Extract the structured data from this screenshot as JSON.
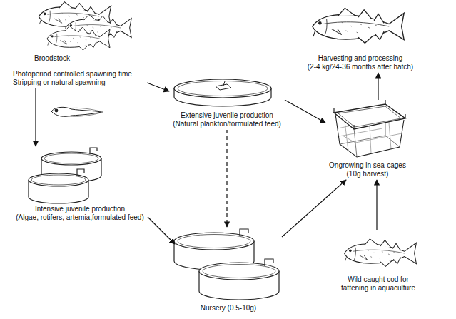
{
  "diagram": {
    "nodes": [
      {
        "text": [
          "Broodstock",
          "Photoperiod controlled spawning time Stripping or natural spawning"
        ]
      },
      {
        "text": [
          "Extensive juvenile production",
          "(Natural plankton/formulated feed)"
        ]
      },
      {
        "text": [
          "Intensive juvenile production",
          "(Algae, rotifers, artemia,formulated feed)"
        ]
      },
      {
        "text": [
          "Nursery (0.5-10g)"
        ]
      },
      {
        "text": [
          "Ongrowing in sea-cages",
          "(10g harvest)"
        ]
      },
      {
        "text": [
          "Harvesting and processing",
          "(2-4 kg/24-36 months after hatch)"
        ]
      },
      {
        "text": [
          "Wild caught cod for fattening in aquaculture"
        ]
      }
    ],
    "edges": [
      {
        "from": 0,
        "to": 1,
        "arrow": "to"
      },
      {
        "from": 0,
        "to": 2,
        "arrow": "to"
      },
      {
        "from": 1,
        "to": 3,
        "arrow": "to"
      },
      {
        "from": 1,
        "to": 4,
        "arrow": "to"
      },
      {
        "from": 2,
        "to": 3,
        "arrow": "to"
      },
      {
        "from": 3,
        "to": 4,
        "arrow": "to"
      },
      {
        "from": 4,
        "to": 5,
        "arrow": "to"
      },
      {
        "from": 6,
        "to": 4,
        "arrow": "to"
      }
    ]
  }
}
